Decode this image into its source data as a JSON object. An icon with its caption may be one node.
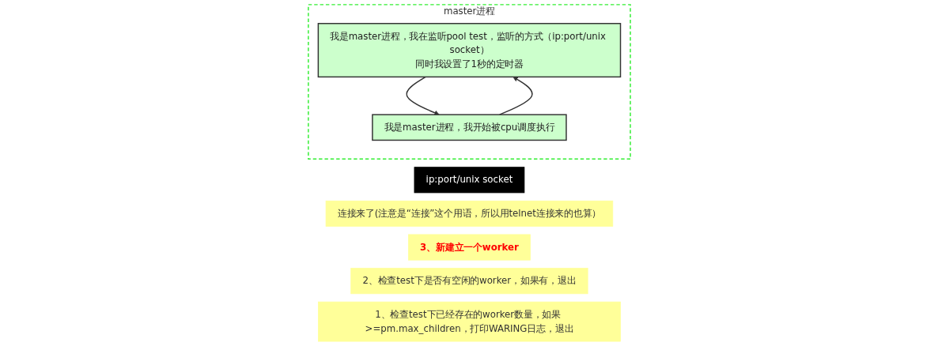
{
  "diagram": {
    "nodes": [
      {
        "text": [
          "ip:port/unix socket"
        ]
      },
      {
        "text": [
          "master进程"
        ]
      },
      {
        "text": [
          "我是master进程，我在监听pool test，监听的方式（ip:port/unix socket）",
          "同时我设置了1秒的定时器"
        ],
        "in": 1
      },
      {
        "text": [
          "我是master进程，我开始被cpu调度执行"
        ],
        "in": 1
      },
      {
        "text": [
          "连接来了(注意是“连接”这个用语，所以用telnet连接来的也算）"
        ]
      },
      {
        "text": [
          "3、新建立一个worker"
        ]
      },
      {
        "text": [
          "2、检查test下是否有空闲的worker，如果有，退出"
        ]
      },
      {
        "text": [
          "1、检查test下已经存在的worker数量，如果 >=pm.max_children，打印WARING日志，退出"
        ]
      }
    ],
    "edges": [
      {
        "from": 2,
        "to": 3,
        "arrow": "to"
      },
      {
        "from": 3,
        "to": 2,
        "arrow": "to"
      }
    ]
  }
}
